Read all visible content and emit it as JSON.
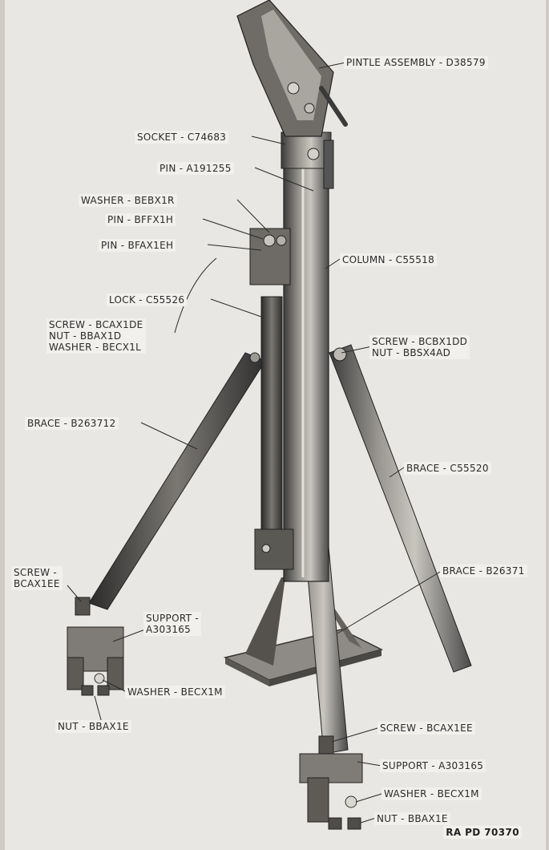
{
  "labels": {
    "pintle_assembly": "PINTLE ASSEMBLY - D38579",
    "socket": "SOCKET - C74683",
    "pin_a191255": "PIN - A191255",
    "washer_bebx1r": "WASHER - BEBX1R",
    "pin_bffx1h": "PIN - BFFX1H",
    "pin_bfax1eh": "PIN - BFAX1EH",
    "column": "COLUMN - C55518",
    "lock": "LOCK - C55526",
    "screw_nut_washer_left": "SCREW - BCAX1DE\nNUT - BBAX1D\nWASHER - BECX1L",
    "screw_nut_right": "SCREW - BCBX1DD\nNUT - BBSX4AD",
    "brace_b263712": "BRACE - B263712",
    "brace_c55520": "BRACE - C55520",
    "brace_b26371": "BRACE - B26371",
    "screw_bcax1ee_left": "SCREW -\nBCAX1EE",
    "support_left": "SUPPORT -\nA303165",
    "washer_becx1m_left": "WASHER - BECX1M",
    "nut_bbax1e_left": "NUT - BBAX1E",
    "screw_bcax1ee_right": "SCREW - BCAX1EE",
    "support_right": "SUPPORT - A303165",
    "washer_becx1m_right": "WASHER - BECX1M",
    "nut_bbax1e_right": "NUT - BBAX1E"
  },
  "figure_ref": "RA PD 70370"
}
